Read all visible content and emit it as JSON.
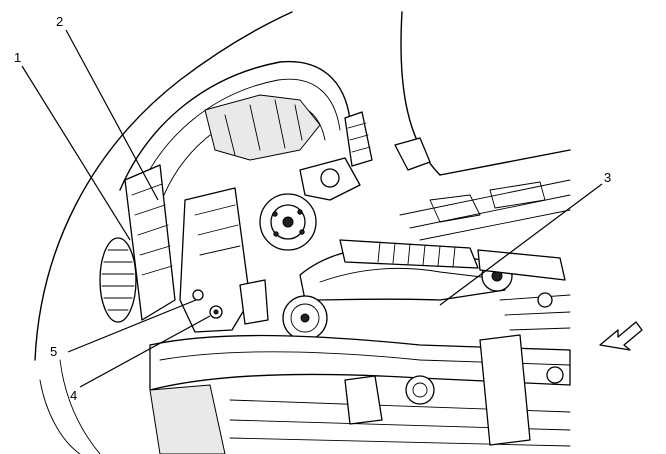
{
  "callouts": [
    {
      "id": "1",
      "label": "1"
    },
    {
      "id": "2",
      "label": "2"
    },
    {
      "id": "3",
      "label": "3"
    },
    {
      "id": "4",
      "label": "4"
    },
    {
      "id": "5",
      "label": "5"
    }
  ],
  "icons": {
    "view_direction": "direction-arrow-icon"
  },
  "colors": {
    "line": "#000000",
    "background": "#ffffff"
  }
}
